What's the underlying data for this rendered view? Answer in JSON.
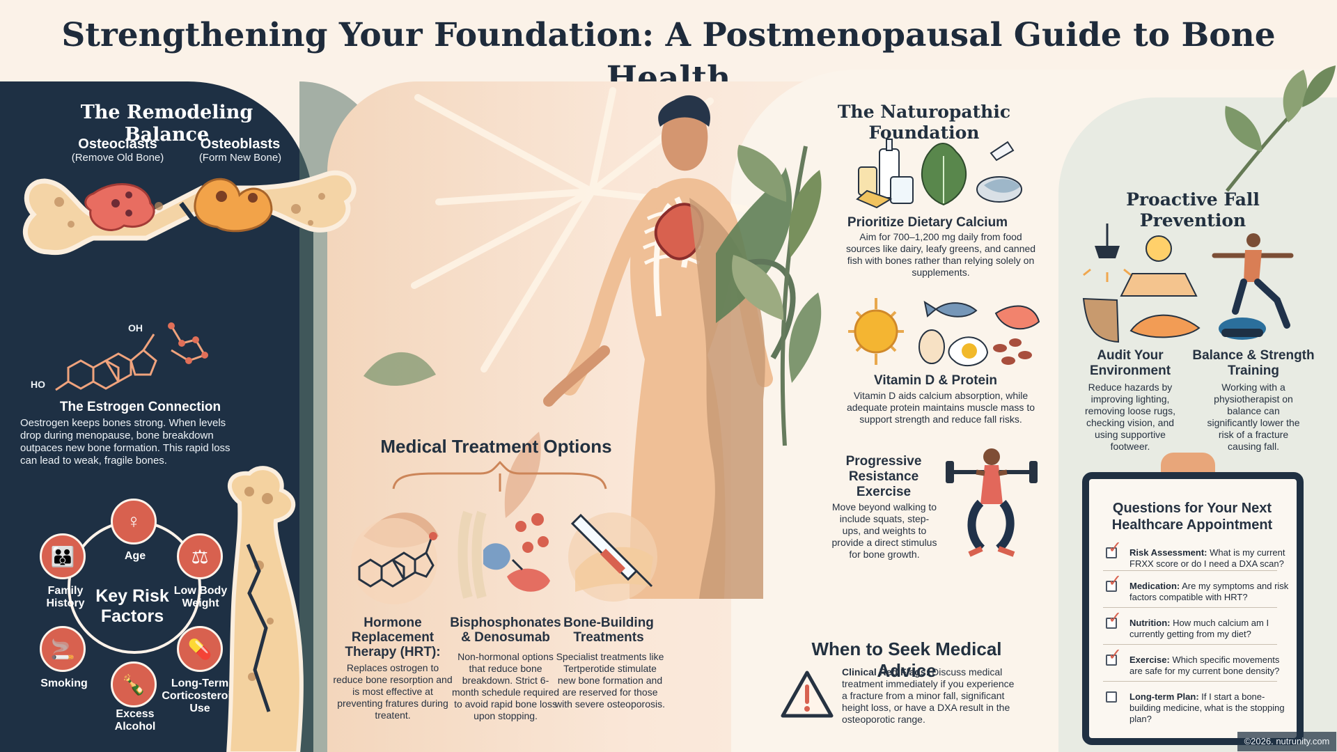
{
  "title": "Strengthening Your Foundation: A Postmenopausal Guide to Bone Health",
  "sections": {
    "remodeling": {
      "heading": "The Remodeling Balance",
      "osteoclasts": {
        "label": "Osteoclasts",
        "detail": "(Remove Old Bone)"
      },
      "osteoblasts": {
        "label": "Osteoblasts",
        "detail": "(Form New Bone)"
      }
    },
    "estrogen": {
      "molecule_oh": "OH",
      "molecule_ho": "HO",
      "heading": "The Estrogen Connection",
      "body": "Oestrogen keeps bones strong. When levels drop during menopause, bone breakdown outpaces new bone formation. This rapid loss can lead to weak, fragile bones."
    },
    "risk_factors": {
      "heading": "Key Risk Factors",
      "items": [
        {
          "label": "Age",
          "icon": "people-icon"
        },
        {
          "label": "Low Body Weight",
          "icon": "scale-icon"
        },
        {
          "label": "Long-Term Corticosteroid Use",
          "icon": "pill-icon"
        },
        {
          "label": "Excess Alcohol",
          "icon": "bottle-icon"
        },
        {
          "label": "Smoking",
          "icon": "cigarette-icon"
        },
        {
          "label": "Family History",
          "icon": "family-icon"
        }
      ]
    },
    "medical": {
      "heading": "Medical Treatment Options",
      "options": [
        {
          "title": "Hormone Replacement Therapy (HRT):",
          "description": "Replaces ostrogen to reduce bone resorption and is most effective at preventing fratures during treatent."
        },
        {
          "title": "Bisphosphonates & Denosumab",
          "description": "Non-hormonal options that reduce bone breakdown. Strict 6-month schedule required to avoid rapid bone loss upon stopping."
        },
        {
          "title": "Bone-Building Treatments",
          "description": "Specialist treatments like Tertperotide stimulate new bone formation and are reserved for those with severe osteoporosis."
        }
      ]
    },
    "naturopathic": {
      "heading": "The Naturopathic Foundation",
      "calcium_title": "Prioritize Dietary Calcium",
      "calcium_body": "Aim for 700–1,200 mg daily from food sources like dairy, leafy greens, and canned fish with bones rather than relying solely on supplements.",
      "vitd_title": "Vitamin D & Protein",
      "vitd_body": "Vitamin D aids calcium absorption, while adequate protein maintains muscle mass to support strength and reduce fall risks.",
      "exercise_title": "Progressive Resistance Exercise",
      "exercise_body": "Move beyond walking to include squats, step-ups, and weights to provide a direct stimulus for bone growth."
    },
    "falls": {
      "heading": "Proactive Fall Prevention",
      "audit_title": "Audit Your Environment",
      "audit_body": "Reduce hazards by improving lighting, removing loose rugs, checking vision, and using supportive footweer.",
      "balance_title": "Balance & Strength Training",
      "balance_body": "Working with a physiotherapist on balance can significantly lower the risk of a fracture causing fall."
    },
    "advice": {
      "heading": "When to Seek Medical Advice",
      "flag_label": "Clinical Red Flags:",
      "flag_body": "Discuss medical treatment immediately if you experience a fracture from a minor fall, significant height loss, or have a DXA result in the osteoporotic range."
    },
    "questions": {
      "heading": "Questions for Your Next Healthcare Appointment",
      "items": [
        {
          "label": "Risk Assessment:",
          "text": "What is my current FRXX score or do I need a DXA scan?",
          "checked": true
        },
        {
          "label": "Medication:",
          "text": "Are my symptoms and risk factors compatible with HRT?",
          "checked": true
        },
        {
          "label": "Nutrition:",
          "text": "How much calcium am I currently getting from my diet?",
          "checked": true
        },
        {
          "label": "Exercise:",
          "text": "Which specific movements are safe for my current bone density?",
          "checked": true
        },
        {
          "label": "Long-term Plan:",
          "text": "If I start a bone-building medicine, what is the stopping plan?",
          "checked": false
        }
      ]
    }
  },
  "footer": "©2026. nutrunity.com",
  "colors": {
    "navy": "#1e3044",
    "coral": "#d8614f",
    "peach": "#f3d6bc",
    "sage": "#5c796e",
    "cream": "#fbf2e8",
    "gold": "#e8a84d"
  }
}
